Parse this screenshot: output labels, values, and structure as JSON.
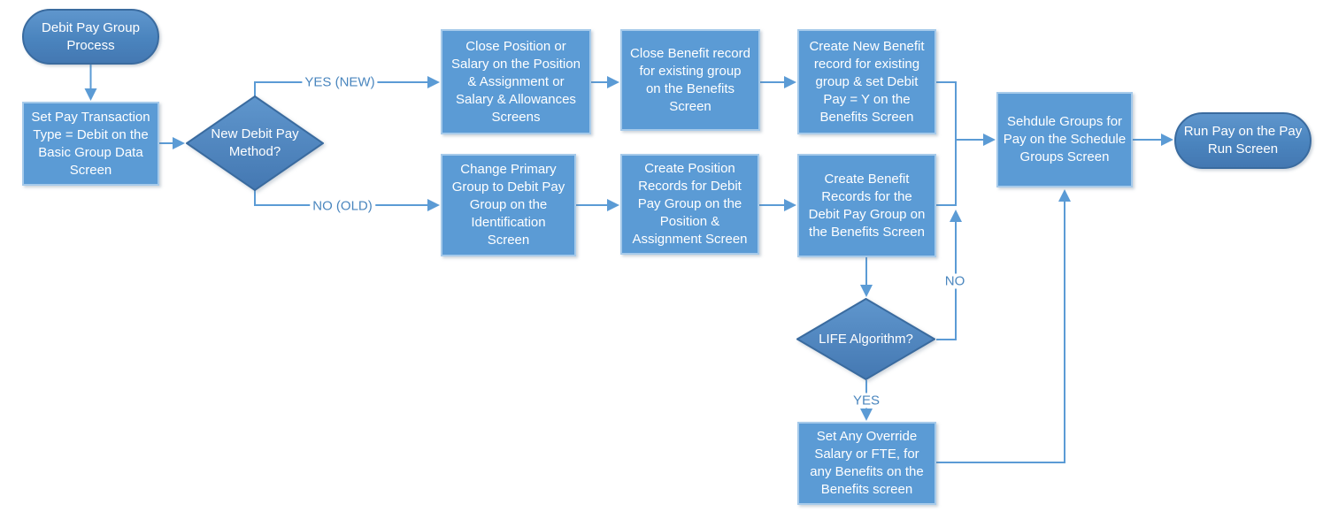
{
  "diagram": {
    "title": "Debit Pay Group Process flowchart",
    "colors": {
      "process_fill": "#5B9BD5",
      "process_border": "#A6CAEA",
      "accent_fill": "#4A84BE",
      "accent_border": "#3A6B9F",
      "connector": "#5B9BD5",
      "edge_label": "#4A86BE",
      "text": "#FFFFFF"
    },
    "nodes": {
      "start": {
        "type": "terminator",
        "label": "Debit Pay Group\nProcess"
      },
      "set_pay": {
        "type": "process",
        "label": "Set Pay Transaction\nType = Debit on the\nBasic Group Data\nScreen"
      },
      "decision_new_method": {
        "type": "decision",
        "label": "New Debit Pay\nMethod?"
      },
      "close_position": {
        "type": "process",
        "label": "Close Position or\nSalary on the Position\n& Assignment or\nSalary & Allowances\nScreens"
      },
      "close_benefit": {
        "type": "process",
        "label": "Close Benefit record\nfor existing group\non the Benefits\nScreen"
      },
      "create_new_benefit": {
        "type": "process",
        "label": "Create New Benefit\nrecord for existing\ngroup & set Debit\nPay = Y on the\nBenefits Screen"
      },
      "change_primary": {
        "type": "process",
        "label": "Change Primary\nGroup to Debit Pay\nGroup on the\nIdentification\nScreen"
      },
      "create_position": {
        "type": "process",
        "label": "Create Position\nRecords for Debit\nPay Group on the\nPosition &\nAssignment Screen"
      },
      "create_benefit": {
        "type": "process",
        "label": "Create Benefit\nRecords for the\nDebit Pay Group on\nthe Benefits Screen"
      },
      "decision_life": {
        "type": "decision",
        "label": "LIFE Algorithm?"
      },
      "override": {
        "type": "process",
        "label": "Set Any Override\nSalary or FTE, for\nany Benefits on the\nBenefits screen"
      },
      "schedule": {
        "type": "process",
        "label": "Sehdule Groups for\nPay on the Schedule\nGroups Screen"
      },
      "run_pay": {
        "type": "terminator",
        "label": "Run Pay on the Pay\nRun Screen"
      }
    },
    "edge_labels": {
      "yes_new": "YES (NEW)",
      "no_old": "NO (OLD)",
      "no": "NO",
      "yes": "YES"
    }
  }
}
